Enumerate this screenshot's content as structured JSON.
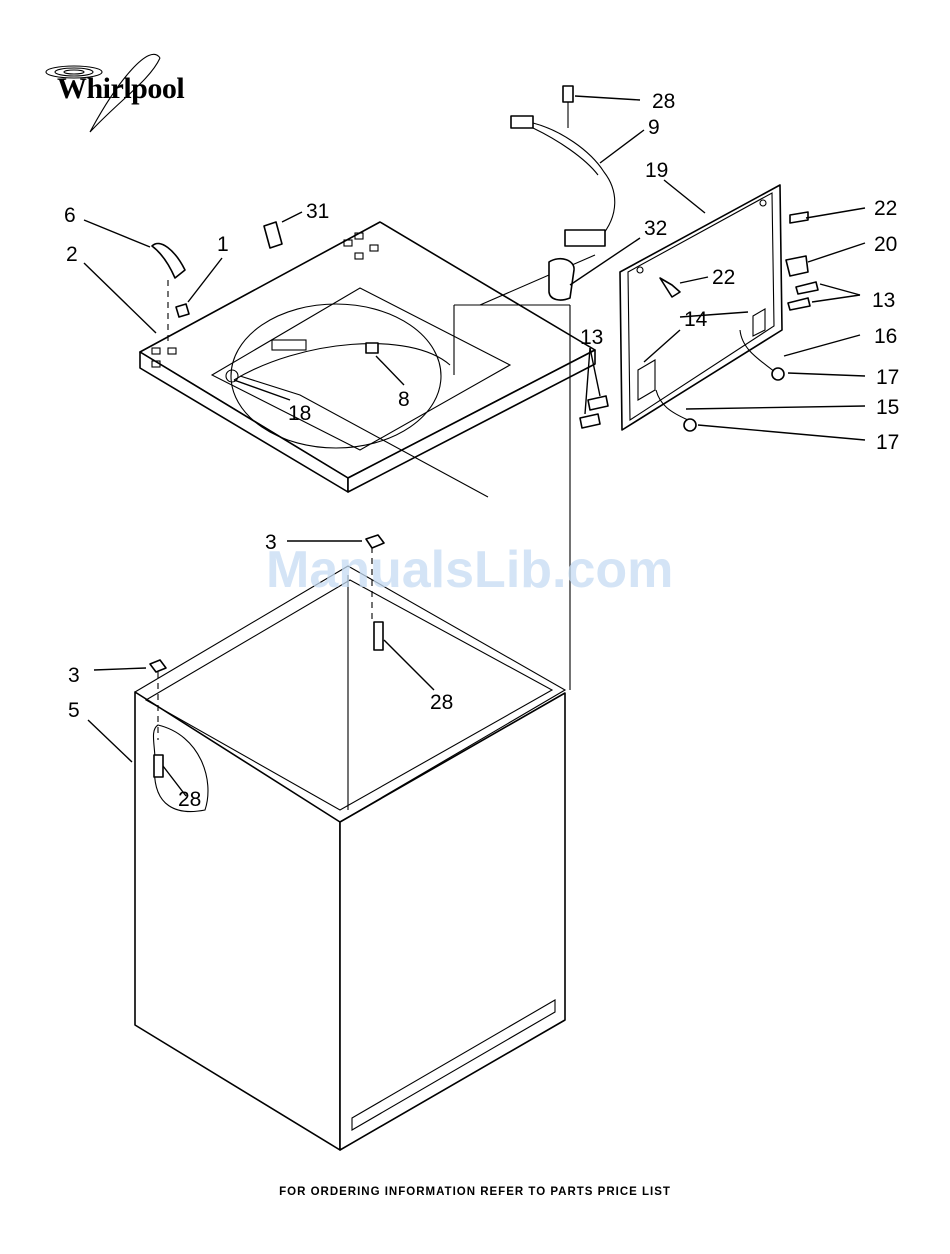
{
  "brand": {
    "name": "Whirlpool"
  },
  "watermark": "ManualsLib.com",
  "footer": "FOR ORDERING INFORMATION REFER TO PARTS PRICE LIST",
  "callouts": [
    "28",
    "9",
    "19",
    "22",
    "20",
    "13",
    "16",
    "17",
    "15",
    "17",
    "22",
    "14",
    "13",
    "32",
    "31",
    "6",
    "1",
    "2",
    "18",
    "8",
    "3",
    "28",
    "3",
    "5",
    "28"
  ]
}
